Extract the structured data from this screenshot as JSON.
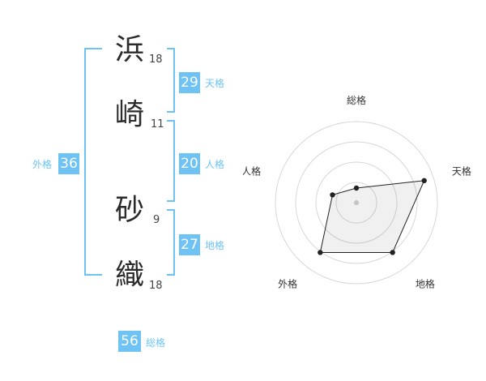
{
  "name": {
    "chars": [
      {
        "char": "浜",
        "strokes": "18"
      },
      {
        "char": "崎",
        "strokes": "11"
      },
      {
        "char": "砂",
        "strokes": "9"
      },
      {
        "char": "織",
        "strokes": "18"
      }
    ]
  },
  "kaku": {
    "tenkaku": {
      "value": "29",
      "label": "天格"
    },
    "jinkaku": {
      "value": "20",
      "label": "人格"
    },
    "chikaku": {
      "value": "27",
      "label": "地格"
    },
    "gaikaku": {
      "value": "36",
      "label": "外格"
    },
    "soukaku": {
      "value": "56",
      "label": "総格"
    }
  },
  "colors": {
    "accent": "#6ec3f4",
    "text": "#2b2b2b"
  },
  "chart_data": {
    "type": "radar",
    "axes": [
      "総格",
      "天格",
      "地格",
      "外格",
      "人格"
    ],
    "values": [
      0.18,
      0.88,
      0.76,
      0.76,
      0.31
    ],
    "rings": 4
  }
}
